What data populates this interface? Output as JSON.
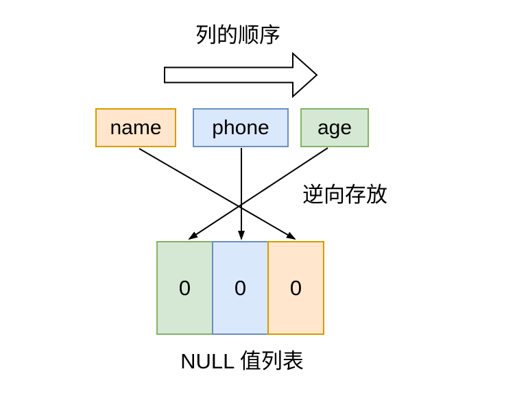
{
  "title": "列的顺序",
  "columns": [
    {
      "label": "name",
      "color": "orange"
    },
    {
      "label": "phone",
      "color": "blue"
    },
    {
      "label": "age",
      "color": "green"
    }
  ],
  "reverse_label": "逆向存放",
  "null_list": {
    "cells": [
      {
        "value": "0",
        "color": "green"
      },
      {
        "value": "0",
        "color": "blue"
      },
      {
        "value": "0",
        "color": "orange"
      }
    ],
    "caption": "NULL 值列表"
  },
  "colors": {
    "orange_fill": "#FFE6CC",
    "orange_stroke": "#D79B00",
    "blue_fill": "#DAE8FC",
    "blue_stroke": "#6C8EBF",
    "green_fill": "#D5E8D4",
    "green_stroke": "#82B366",
    "arrow": "#000000",
    "text": "#000000",
    "background": "#FFFFFF"
  }
}
